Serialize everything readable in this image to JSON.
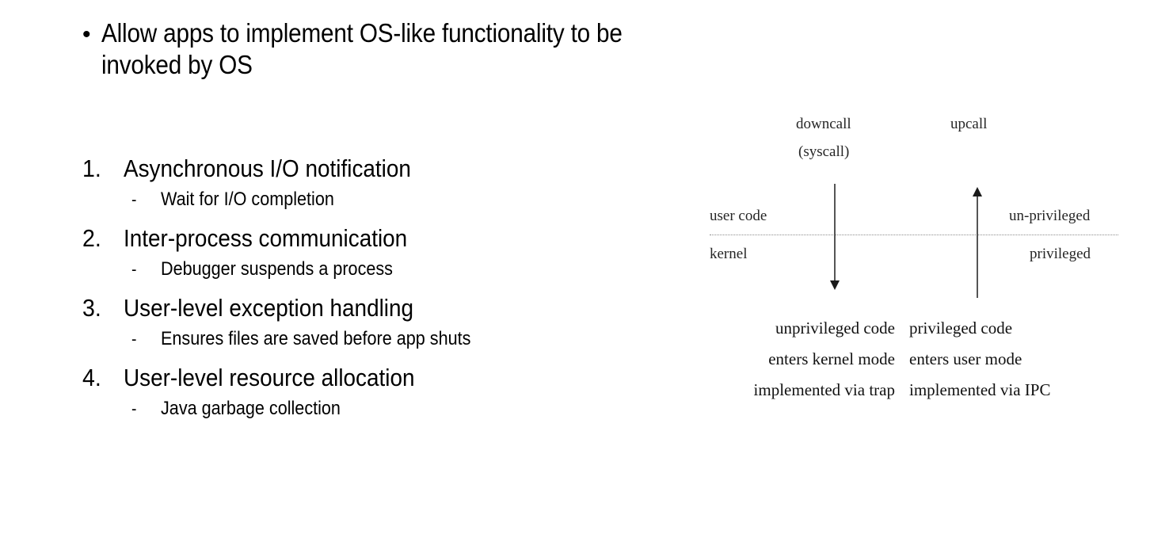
{
  "slide": {
    "bullet": {
      "marker": "•",
      "text": "Allow apps to implement OS-like functionality to be invoked by OS"
    },
    "numbered_items": [
      {
        "marker": "1.",
        "text": "Asynchronous I/O notification",
        "sub_marker": "-",
        "sub_text": "Wait for I/O completion"
      },
      {
        "marker": "2.",
        "text": "Inter-process communication",
        "sub_marker": "-",
        "sub_text": "Debugger suspends a process"
      },
      {
        "marker": "3.",
        "text": "User-level exception handling",
        "sub_marker": "-",
        "sub_text": "Ensures files are saved before app shuts"
      },
      {
        "marker": "4.",
        "text": "User-level resource allocation",
        "sub_marker": "-",
        "sub_text": "Java garbage collection"
      }
    ]
  },
  "diagram": {
    "downcall_label": "downcall",
    "downcall_sublabel": "(syscall)",
    "upcall_label": "upcall",
    "left_top_label": "user code",
    "left_bottom_label": "kernel",
    "right_top_label": "un-privileged",
    "right_bottom_label": "privileged",
    "captions": [
      {
        "left": "unprivileged code",
        "right": "privileged code"
      },
      {
        "left": "enters kernel mode",
        "right": "enters user mode"
      },
      {
        "left": "implemented via trap",
        "right": "implemented via IPC"
      }
    ],
    "colors": {
      "arrow_shaft": "#555555",
      "arrow_head": "#1a1a1a",
      "divider": "#8c8c8c",
      "text": "#262626",
      "background": "#ffffff"
    }
  }
}
